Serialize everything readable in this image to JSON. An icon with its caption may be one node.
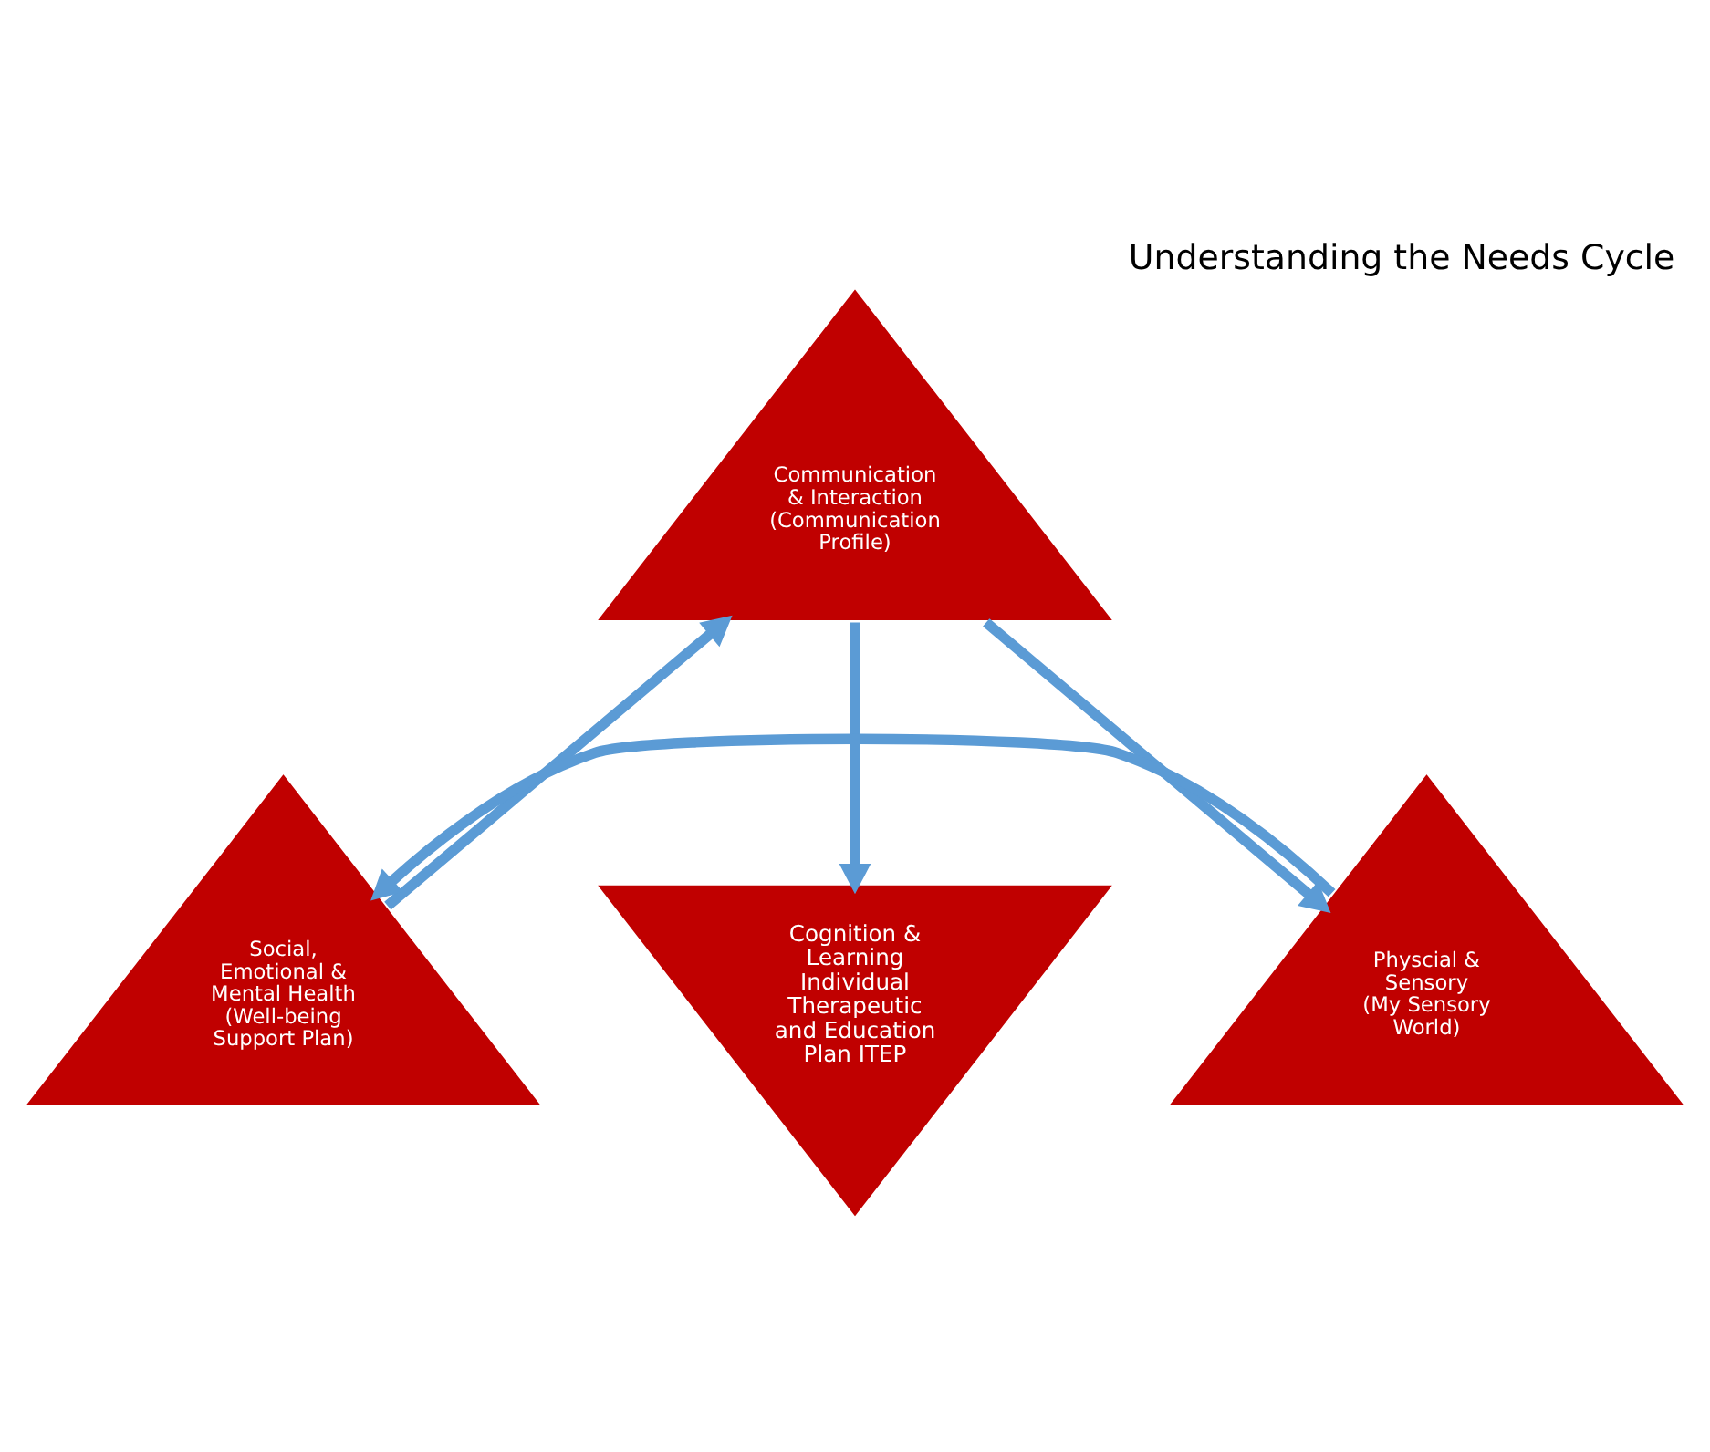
{
  "diagram": {
    "title": "Understanding the Needs Cycle",
    "nodes": [
      {
        "text": [
          "Communication & Interaction",
          "(Communication Profile)"
        ]
      },
      {
        "text": [
          "Cognition & Learning",
          "Individual Therapeutic and Education Plan ITEP"
        ]
      },
      {
        "text": [
          "Social, Emotional & Mental Health",
          "(Well-being Support Plan)"
        ]
      },
      {
        "text": [
          "Physcial & Sensory",
          "(My Sensory World)"
        ]
      }
    ],
    "edges": [
      {
        "from": 0,
        "to": 3,
        "arrow": "to"
      },
      {
        "from": 3,
        "to": 2,
        "arrow": "to"
      },
      {
        "from": 2,
        "to": 0,
        "arrow": "to"
      },
      {
        "from": 0,
        "to": 1,
        "arrow": "to"
      }
    ]
  }
}
